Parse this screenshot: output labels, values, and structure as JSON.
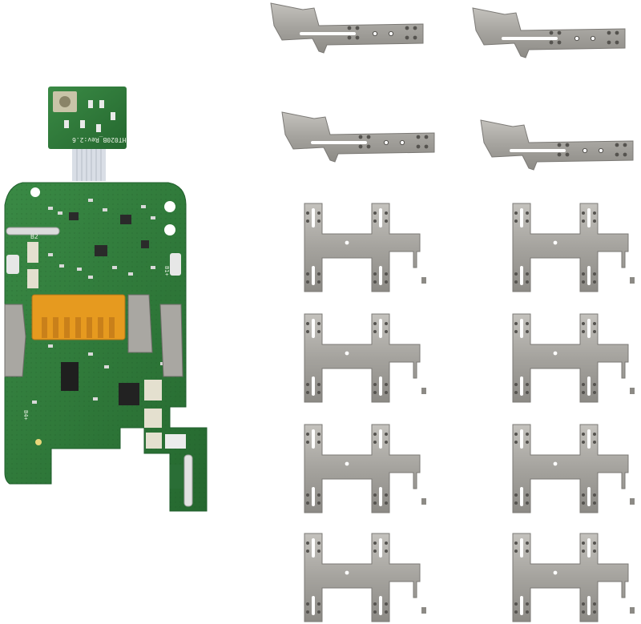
{
  "pcb": {
    "daughter_label": "HT020B_Rev:2.6",
    "pad_labels": [
      "B2",
      "B1+",
      "B4+"
    ]
  },
  "colors": {
    "pcb_green": "#2f7d3c",
    "pcb_dark": "#1f5e2c",
    "connector_orange": "#e69a1f",
    "metal": "#a9a7a2",
    "metal_dark": "#6f6d69",
    "ribbon": "#d9dee6"
  },
  "connector_strips": {
    "count": 4,
    "style": "angled-tab"
  },
  "h_clips": {
    "count": 8,
    "layout": "2 columns x 4 rows"
  }
}
